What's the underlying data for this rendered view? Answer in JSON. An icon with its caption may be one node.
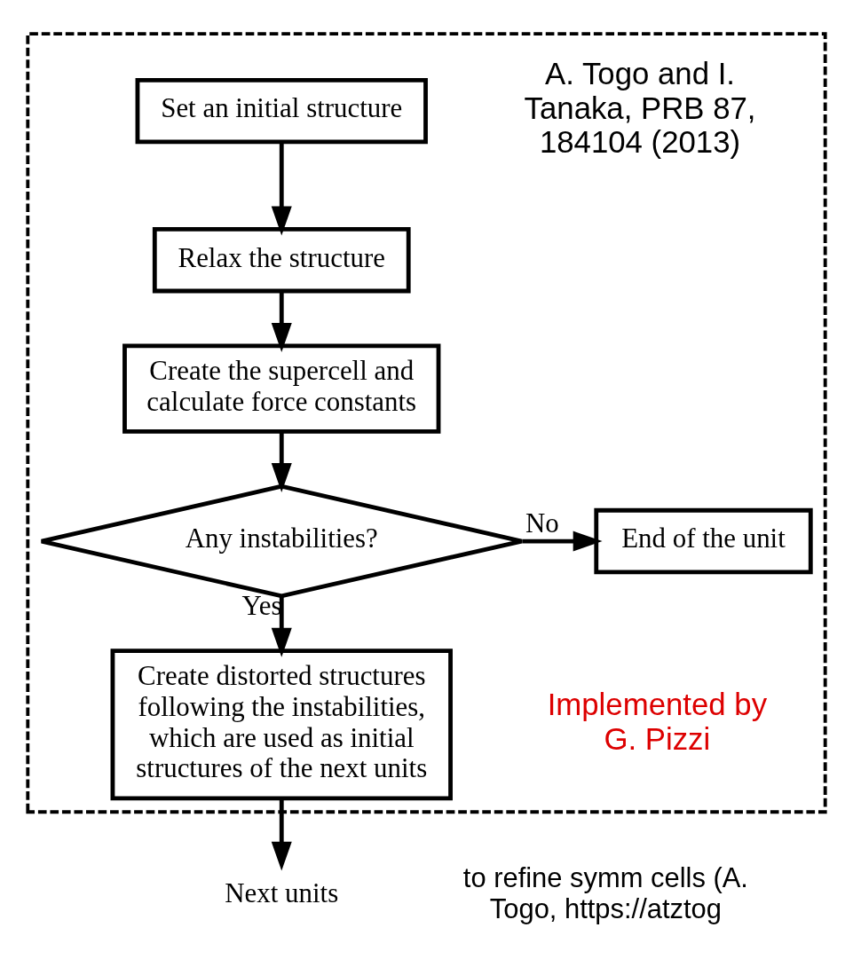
{
  "diagram": {
    "nodes": [
      {
        "text": [],
        "shape": "box"
      },
      {
        "text": [
          "Set an initial structure"
        ],
        "in": 0
      },
      {
        "text": [
          "Relax the structure"
        ],
        "in": 0
      },
      {
        "text": [
          "Create the supercell and calculate force constants"
        ],
        "in": 0
      },
      {
        "text": [
          "Any instabilities?"
        ],
        "in": 0
      },
      {
        "text": [
          "End of the unit"
        ],
        "in": 0
      },
      {
        "text": [
          "Create distorted structures following the instabilities, which are used as initial structures of the next units"
        ],
        "in": 0
      },
      {
        "text": [
          "Next units"
        ]
      }
    ],
    "edges": [
      {
        "from": 1,
        "to": 2,
        "arrow": "to"
      },
      {
        "from": 2,
        "to": 3,
        "arrow": "to"
      },
      {
        "from": 3,
        "to": 4,
        "arrow": "to"
      },
      {
        "from": 4,
        "to": 5,
        "arrow": "to",
        "label": "No"
      },
      {
        "from": 4,
        "to": 6,
        "arrow": "to",
        "label": "Yes"
      },
      {
        "from": 6,
        "to": 7,
        "arrow": "to"
      }
    ],
    "labels": [
      "A. Togo and I. Tanaka, PRB 87, 184104 (2013)",
      "Implemented by G. Pizzi",
      "to refine symm cells (A. Togo, https://atztog"
    ]
  }
}
